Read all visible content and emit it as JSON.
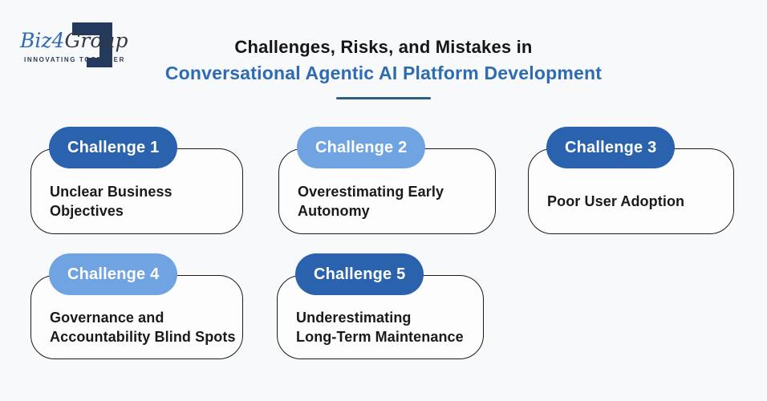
{
  "logo": {
    "brand_part_blue": "Biz4",
    "brand_part_dark": "Group",
    "tagline": "INNOVATING TOGETHER"
  },
  "header": {
    "title_line1": "Challenges, Risks, and Mistakes in",
    "title_line2": "Conversational Agentic AI Platform Development"
  },
  "cards": [
    {
      "badge": "Challenge 1",
      "badge_style": "dark",
      "label": "Unclear Business\nObjectives"
    },
    {
      "badge": "Challenge 2",
      "badge_style": "light",
      "label": "Overestimating Early\nAutonomy"
    },
    {
      "badge": "Challenge 3",
      "badge_style": "dark",
      "label": "Poor User Adoption"
    },
    {
      "badge": "Challenge 4",
      "badge_style": "light",
      "label": "Governance and\nAccountability Blind Spots"
    },
    {
      "badge": "Challenge 5",
      "badge_style": "dark",
      "label": "Underestimating\nLong-Term Maintenance"
    }
  ],
  "colors": {
    "background": "#f8f9fb",
    "badge_dark_blue": "#2a62ad",
    "badge_light_blue": "#6fa3e2",
    "title_blue": "#2e6bb2",
    "underline_blue": "#2d5e87",
    "logo_navy": "#243a5c",
    "logo_blue": "#2f6bb3",
    "card_border": "#1a1a1a"
  }
}
